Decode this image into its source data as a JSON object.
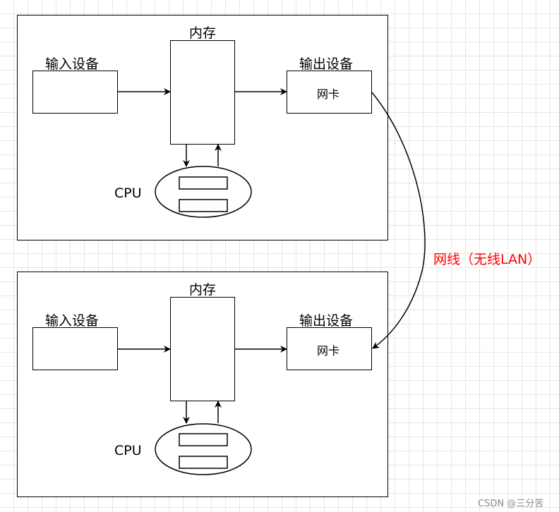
{
  "system_top": {
    "memory": "内存",
    "input_device": "输入设备",
    "output_device": "输出设备",
    "nic": "网卡",
    "cpu": "CPU"
  },
  "system_bottom": {
    "memory": "内存",
    "input_device": "输入设备",
    "output_device": "输出设备",
    "nic": "网卡",
    "cpu": "CPU"
  },
  "link_label": "网线（无线LAN）",
  "watermark": "CSDN @三分苦",
  "colors": {
    "stroke": "#000000",
    "link_label": "#ff0000",
    "grid": "#e6e6e6"
  }
}
